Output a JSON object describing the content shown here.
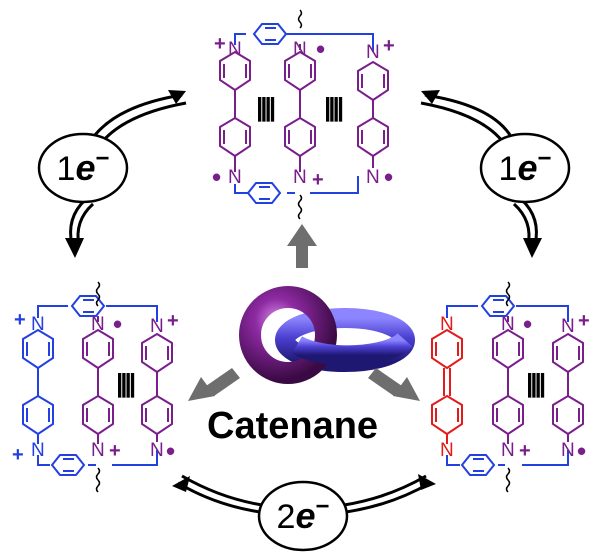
{
  "title": "Catenane",
  "steps": {
    "top_left": {
      "num": "1",
      "e": "e",
      "sup": "−"
    },
    "top_right": {
      "num": "1",
      "e": "e",
      "sup": "−"
    },
    "bottom": {
      "num": "2",
      "e": "e",
      "sup": "−"
    }
  },
  "atoms": {
    "nitrogen": "N",
    "plus": "+",
    "radical": "•",
    "stack": "||||"
  },
  "colors": {
    "blue": "#2340e0",
    "purple": "#7a1e8c",
    "red": "#e31b1b",
    "ring_purple": "#6b1f78",
    "ring_blue": "#4a3ec2",
    "arrow_gray": "#6e6e6e"
  }
}
